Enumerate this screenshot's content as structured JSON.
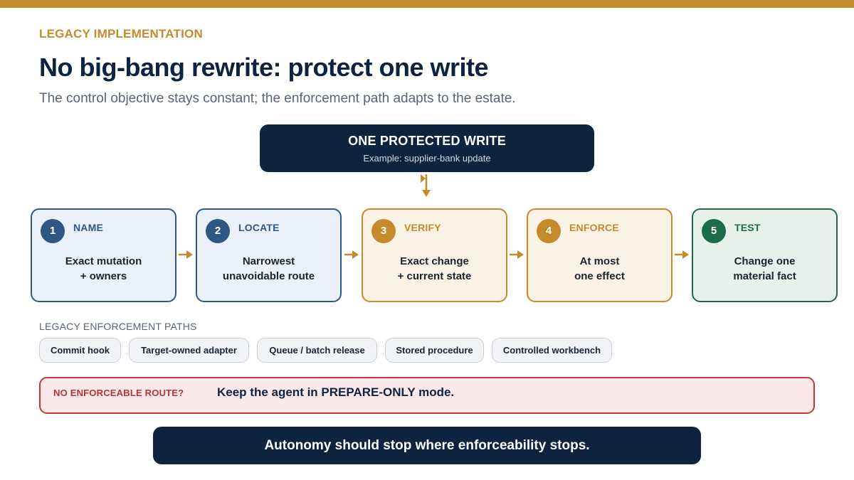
{
  "eyebrow": "LEGACY IMPLEMENTATION",
  "title": "No big-bang rewrite: protect one write",
  "subtitle": "The control objective stays constant; the enforcement path adapts to the estate.",
  "hero": {
    "title": "ONE PROTECTED WRITE",
    "subtitle": "Example: supplier-bank update"
  },
  "steps": [
    {
      "num": "1",
      "label": "NAME",
      "line1": "Exact mutation",
      "line2": "+ owners",
      "color": "#2e5783"
    },
    {
      "num": "2",
      "label": "LOCATE",
      "line1": "Narrowest",
      "line2": "unavoidable route",
      "color": "#2e5783"
    },
    {
      "num": "3",
      "label": "VERIFY",
      "line1": "Exact change",
      "line2": "+ current state",
      "color": "#c48a2c"
    },
    {
      "num": "4",
      "label": "ENFORCE",
      "line1": "At most",
      "line2": "one effect",
      "color": "#c48a2c"
    },
    {
      "num": "5",
      "label": "TEST",
      "line1": "Change one",
      "line2": "material fact",
      "color": "#1e6b4a"
    }
  ],
  "paths": {
    "label": "LEGACY ENFORCEMENT PATHS",
    "items": [
      "Commit hook",
      "Target-owned adapter",
      "Queue / batch release",
      "Stored procedure",
      "Controlled workbench"
    ]
  },
  "alert": {
    "label": "NO ENFORCEABLE ROUTE?",
    "text": "Keep the agent in PREPARE-ONLY mode."
  },
  "footer": "Autonomy should stop where enforceability stops.",
  "colors": {
    "accent": "#c48a2c",
    "navy": "#0d2340",
    "blue": "#2e5783",
    "green": "#1e6b4a",
    "alert": "#c0393b"
  }
}
